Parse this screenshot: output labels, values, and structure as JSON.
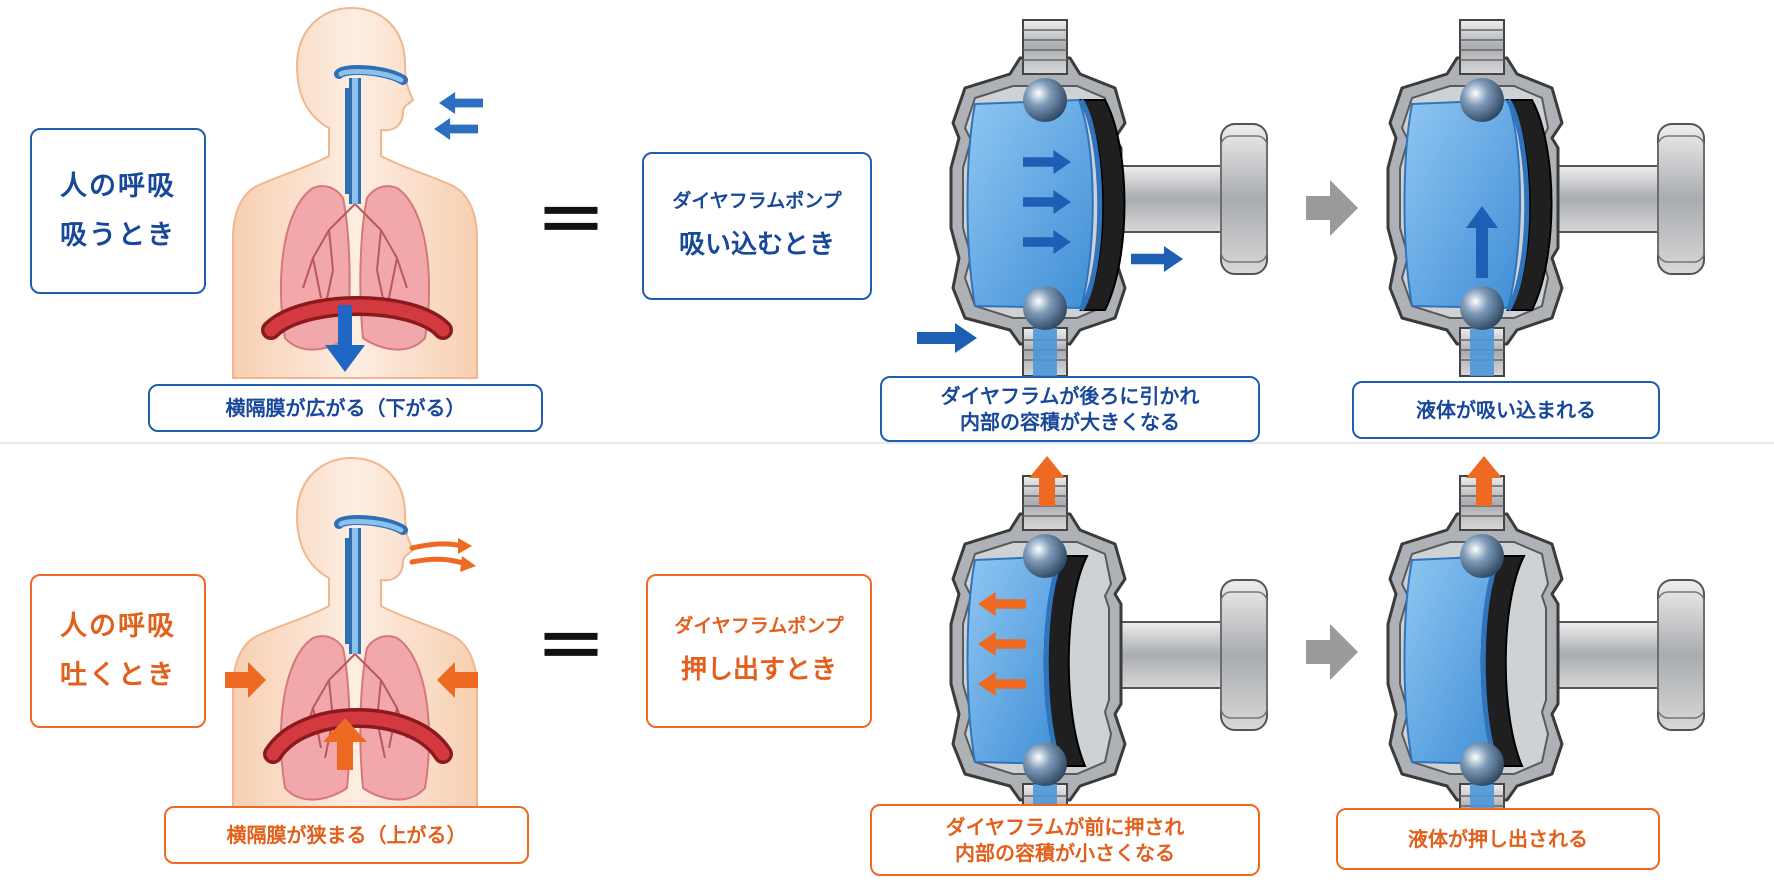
{
  "inhale": {
    "human_label_line1": "人の呼吸",
    "human_label_line2": "吸うとき",
    "human_caption": "横隔膜が広がる（下がる）",
    "pump_label_line1": "ダイヤフラムポンプ",
    "pump_label_line2": "吸い込むとき",
    "pump_caption1_line1": "ダイヤフラムが後ろに引かれ",
    "pump_caption1_line2": "内部の容積が大きくなる",
    "pump_caption2": "液体が吸い込まれる",
    "color": "#1d5fae"
  },
  "exhale": {
    "human_label_line1": "人の呼吸",
    "human_label_line2": "吐くとき",
    "human_caption": "横隔膜が狭まる（上がる）",
    "pump_label_line1": "ダイヤフラムポンプ",
    "pump_label_line2": "押し出すとき",
    "pump_caption1_line1": "ダイヤフラムが前に押され",
    "pump_caption1_line2": "内部の容積が小さくなる",
    "pump_caption2": "液体が押し出される",
    "color": "#ee6a22"
  },
  "equals_symbol": "＝",
  "colors": {
    "liquid": "#5aa7e6",
    "pump_body": "#b9bcc0",
    "diaphragm_muscle": "#c8262c",
    "skin": "#fbe3d0"
  },
  "icons": [
    "human-torso-icon",
    "lungs-icon",
    "diaphragm-pump-icon",
    "flow-arrow-icon",
    "gray-step-arrow-icon"
  ]
}
